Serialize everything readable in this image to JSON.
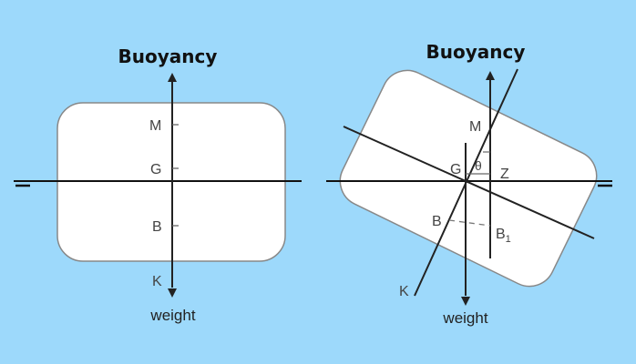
{
  "diagram": {
    "background_color": "#9dd9fb",
    "upright": {
      "buoyancy_label": "Buoyancy",
      "weight_label": "weight",
      "points": {
        "M": "M",
        "G": "G",
        "B": "B",
        "K": "K"
      }
    },
    "heeled": {
      "buoyancy_label": "Buoyancy",
      "weight_label": "weight",
      "points": {
        "M": "M",
        "G": "G",
        "Z": "Z",
        "B": "B",
        "B1": "B",
        "B1_sub": "1",
        "K": "K",
        "theta": "θ"
      }
    }
  }
}
